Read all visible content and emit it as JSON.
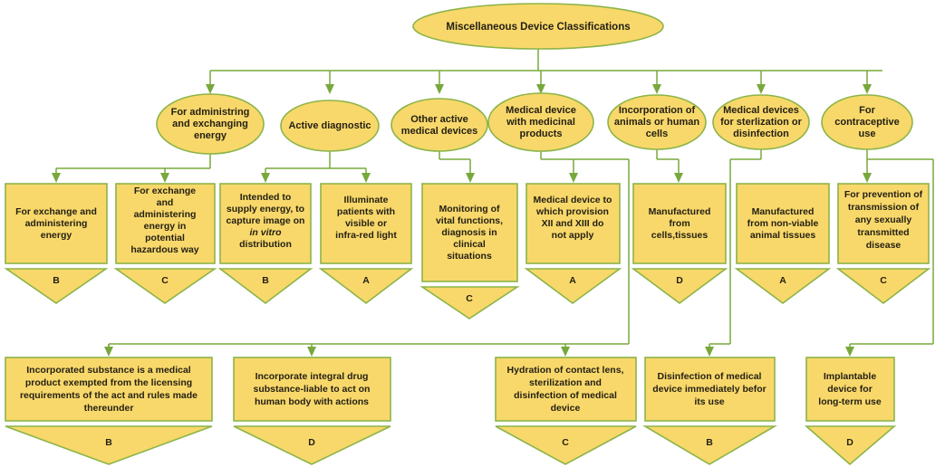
{
  "diagram": {
    "title": "Miscellaneous Device Classifications",
    "palette": {
      "node_fill": "#F8D86A",
      "node_stroke": "#8CB449",
      "connector": "#78A83C",
      "text": "#231f14",
      "background": "#ffffff"
    },
    "root": {
      "id": "root",
      "label": "Miscellaneous Device Classifications",
      "shape": "ellipse"
    },
    "categories": [
      {
        "id": "cat1",
        "shape": "ellipse",
        "lines": [
          "For administring",
          "and exchanging",
          "energy"
        ]
      },
      {
        "id": "cat2",
        "shape": "ellipse",
        "lines": [
          "Active diagnostic"
        ]
      },
      {
        "id": "cat3",
        "shape": "ellipse",
        "lines": [
          "Other active",
          "medical devices"
        ]
      },
      {
        "id": "cat4",
        "shape": "ellipse",
        "lines": [
          "Medical device",
          "with medicinal",
          "products"
        ]
      },
      {
        "id": "cat5",
        "shape": "ellipse",
        "lines": [
          "Incorporation of",
          "animals or human",
          "cells"
        ]
      },
      {
        "id": "cat6",
        "shape": "ellipse",
        "lines": [
          "Medical devices",
          "for sterlization or",
          "disinfection"
        ]
      },
      {
        "id": "cat7",
        "shape": "ellipse",
        "lines": [
          "For",
          "contraceptive",
          "use"
        ]
      }
    ],
    "devices_row1": [
      {
        "id": "d1",
        "shape": "rect",
        "lines": [
          "For exchange and",
          "administering",
          "energy"
        ],
        "classification": "B"
      },
      {
        "id": "d2",
        "shape": "rect",
        "lines": [
          "For exchange",
          "and",
          "administering",
          "energy in",
          "potential",
          "hazardous way"
        ],
        "classification": "C"
      },
      {
        "id": "d3",
        "shape": "rect",
        "lines": [
          "Intended to",
          "supply energy, to",
          "capture image on",
          "in vitro",
          "distribution"
        ],
        "italic_lines": [
          3
        ],
        "classification": "B"
      },
      {
        "id": "d4",
        "shape": "rect",
        "lines": [
          "Illuminate",
          "patients with",
          "visible or",
          "infra-red light"
        ],
        "classification": "A"
      },
      {
        "id": "d5",
        "shape": "rect",
        "lines": [
          "Monitoring of",
          "vital functions,",
          "diagnosis in",
          "clinical",
          "situations"
        ],
        "classification": "C"
      },
      {
        "id": "d6",
        "shape": "rect",
        "lines": [
          "Medical device to",
          "which provision",
          "XII and XIII do",
          "not apply"
        ],
        "classification": "A"
      },
      {
        "id": "d7",
        "shape": "rect",
        "lines": [
          "Manufactured",
          "from",
          "cells,tissues"
        ],
        "classification": "D"
      },
      {
        "id": "d8",
        "shape": "rect",
        "lines": [
          "Manufactured",
          "from non-viable",
          "animal tissues"
        ],
        "classification": "A"
      },
      {
        "id": "d9",
        "shape": "rect",
        "lines": [
          "For prevention of",
          "transmission of",
          "any sexually",
          "transmitted",
          "disease"
        ],
        "classification": "C"
      }
    ],
    "devices_row2": [
      {
        "id": "e1",
        "shape": "rect",
        "lines": [
          "Incorporated substance is a medical",
          "product exempted from the licensing",
          "requirements of the act and rules made",
          "thereunder"
        ],
        "classification": "B"
      },
      {
        "id": "e2",
        "shape": "rect",
        "lines": [
          "Incorporate integral drug",
          "substance-liable to act on",
          "human body with actions"
        ],
        "classification": "D"
      },
      {
        "id": "e3",
        "shape": "rect",
        "lines": [
          "Hydration of contact lens,",
          "sterilization and",
          "disinfection of medical",
          "device"
        ],
        "classification": "C"
      },
      {
        "id": "e4",
        "shape": "rect",
        "lines": [
          "Disinfection of medical",
          "device immediately befor",
          "its use"
        ],
        "classification": "B"
      },
      {
        "id": "e5",
        "shape": "rect",
        "lines": [
          "Implantable",
          "device for",
          "long-term use"
        ],
        "classification": "D"
      }
    ]
  }
}
